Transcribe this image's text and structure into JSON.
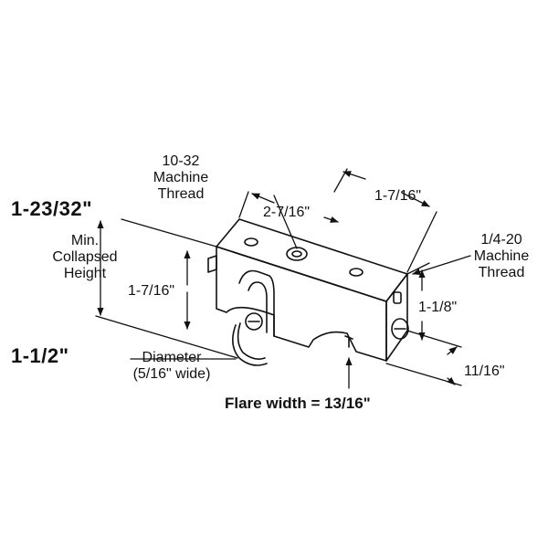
{
  "colors": {
    "ink": "#111111",
    "paper": "#ffffff"
  },
  "labels": {
    "height_max": "1-23/32\"",
    "min_height_lines": [
      "Min.",
      "Collapsed",
      "Height"
    ],
    "wheel_diameter": "1-1/2\"",
    "diameter_lines": [
      "Diameter",
      "(5/16\" wide)"
    ],
    "thread_1032_lines": [
      "10-32",
      "Machine",
      "Thread"
    ],
    "span_2_7_16": "2-7/16\"",
    "span_1_7_16_top": "1-7/16\"",
    "thread_1420_lines": [
      "1/4-20",
      "Machine",
      "Thread"
    ],
    "side_1_7_16": "1-7/16\"",
    "side_1_1_8": "1-1/8\"",
    "depth_11_16": "11/16\"",
    "flare_width": "Flare width = 13/16\""
  }
}
